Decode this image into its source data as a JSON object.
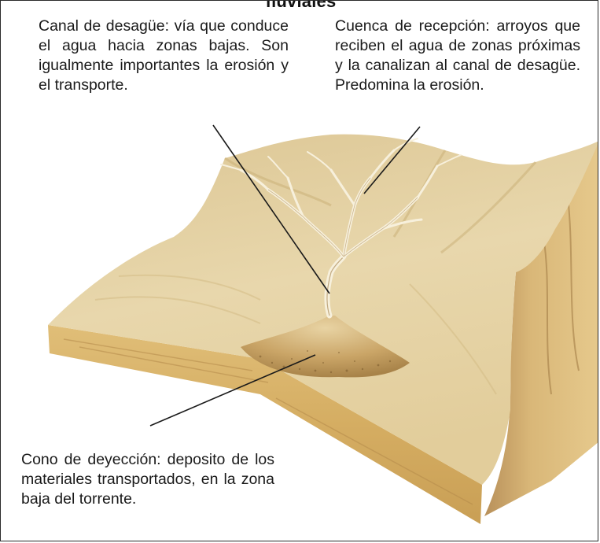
{
  "title": "fluviales",
  "labels": {
    "canal": {
      "term": "Canal de desagüe",
      "text": "Canal de desagüe: vía que conduce el agua hacia zonas bajas. Son igualmente importantes la erosión y el transporte."
    },
    "cuenca": {
      "term": "Cuenca de recepción",
      "text": "Cuenca de recepción: arroyos que reciben el agua de zonas próximas y la canalizan al canal de desagüe. Predomina la erosión."
    },
    "cono": {
      "term": "Cono de deyección",
      "text": "Cono de deyección: deposito de los materiales transportados, en la zona baja del torrente."
    }
  },
  "colors": {
    "terrain_top": "#e3cf9e",
    "terrain_light": "#efe2bd",
    "terrain_side": "#d6b16b",
    "terrain_shadow": "#a9844a",
    "channel": "#f7f0dc",
    "fan": "#c7a56a",
    "leader_line": "#1a1a1a"
  }
}
